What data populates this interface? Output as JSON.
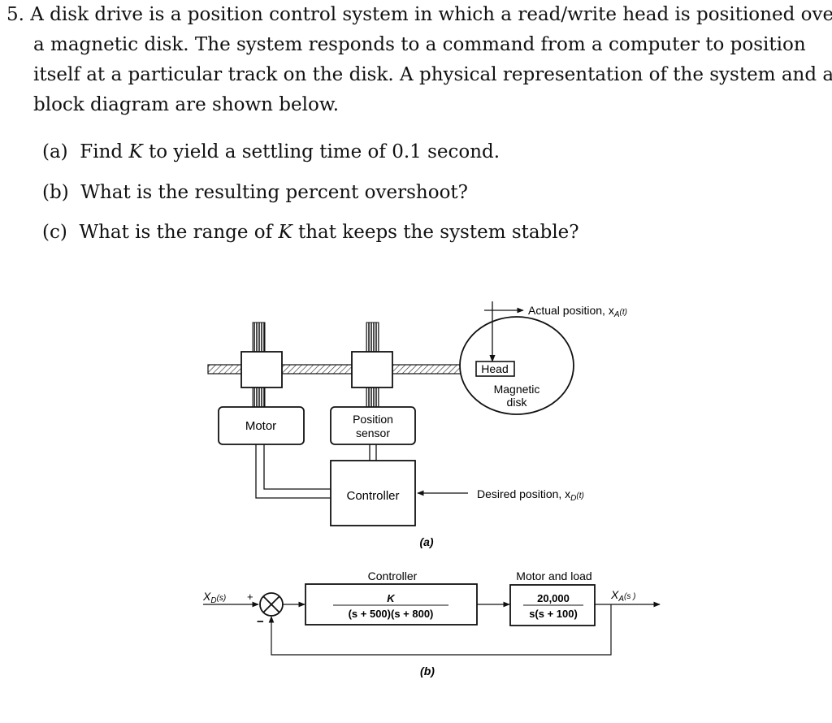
{
  "problem": {
    "number": "5.",
    "lines": [
      "A disk drive is a position control system in which a read/write head is positioned over",
      "a magnetic disk.  The system responds to a command from a computer to position",
      "itself at a particular track on the disk.  A physical representation of the system and a",
      "block diagram are shown below."
    ],
    "parts": [
      {
        "label": "(a)",
        "text_pre": "Find ",
        "var": "K",
        "text_post": " to yield a settling time of 0.1 second."
      },
      {
        "label": "(b)",
        "text_pre": "What is the resulting percent overshoot?",
        "var": "",
        "text_post": ""
      },
      {
        "label": "(c)",
        "text_pre": "What is the range of ",
        "var": "K",
        "text_post": " that keeps the system stable?"
      }
    ]
  },
  "figure_a": {
    "actual_position": "Actual position, x",
    "actual_sub": "A",
    "actual_arg": "(t)",
    "head": "Head",
    "magnetic": "Magnetic",
    "disk": "disk",
    "motor": "Motor",
    "position": "Position",
    "sensor": "sensor",
    "controller": "Controller",
    "desired_position": "Desired position, x",
    "desired_sub": "D",
    "desired_arg": "(t)",
    "caption": "(a)"
  },
  "figure_b": {
    "input_label": "X",
    "input_sub": "D",
    "input_arg": "(s)",
    "plus": "+",
    "minus": "−",
    "controller_title": "Controller",
    "controller_num": "K",
    "controller_den": "(s + 500)(s + 800)",
    "motor_title": "Motor and load",
    "motor_num": "20,000",
    "motor_den": "s(s + 100)",
    "output_label": "X",
    "output_sub": "A",
    "output_arg": "(s )",
    "caption": "(b)"
  }
}
